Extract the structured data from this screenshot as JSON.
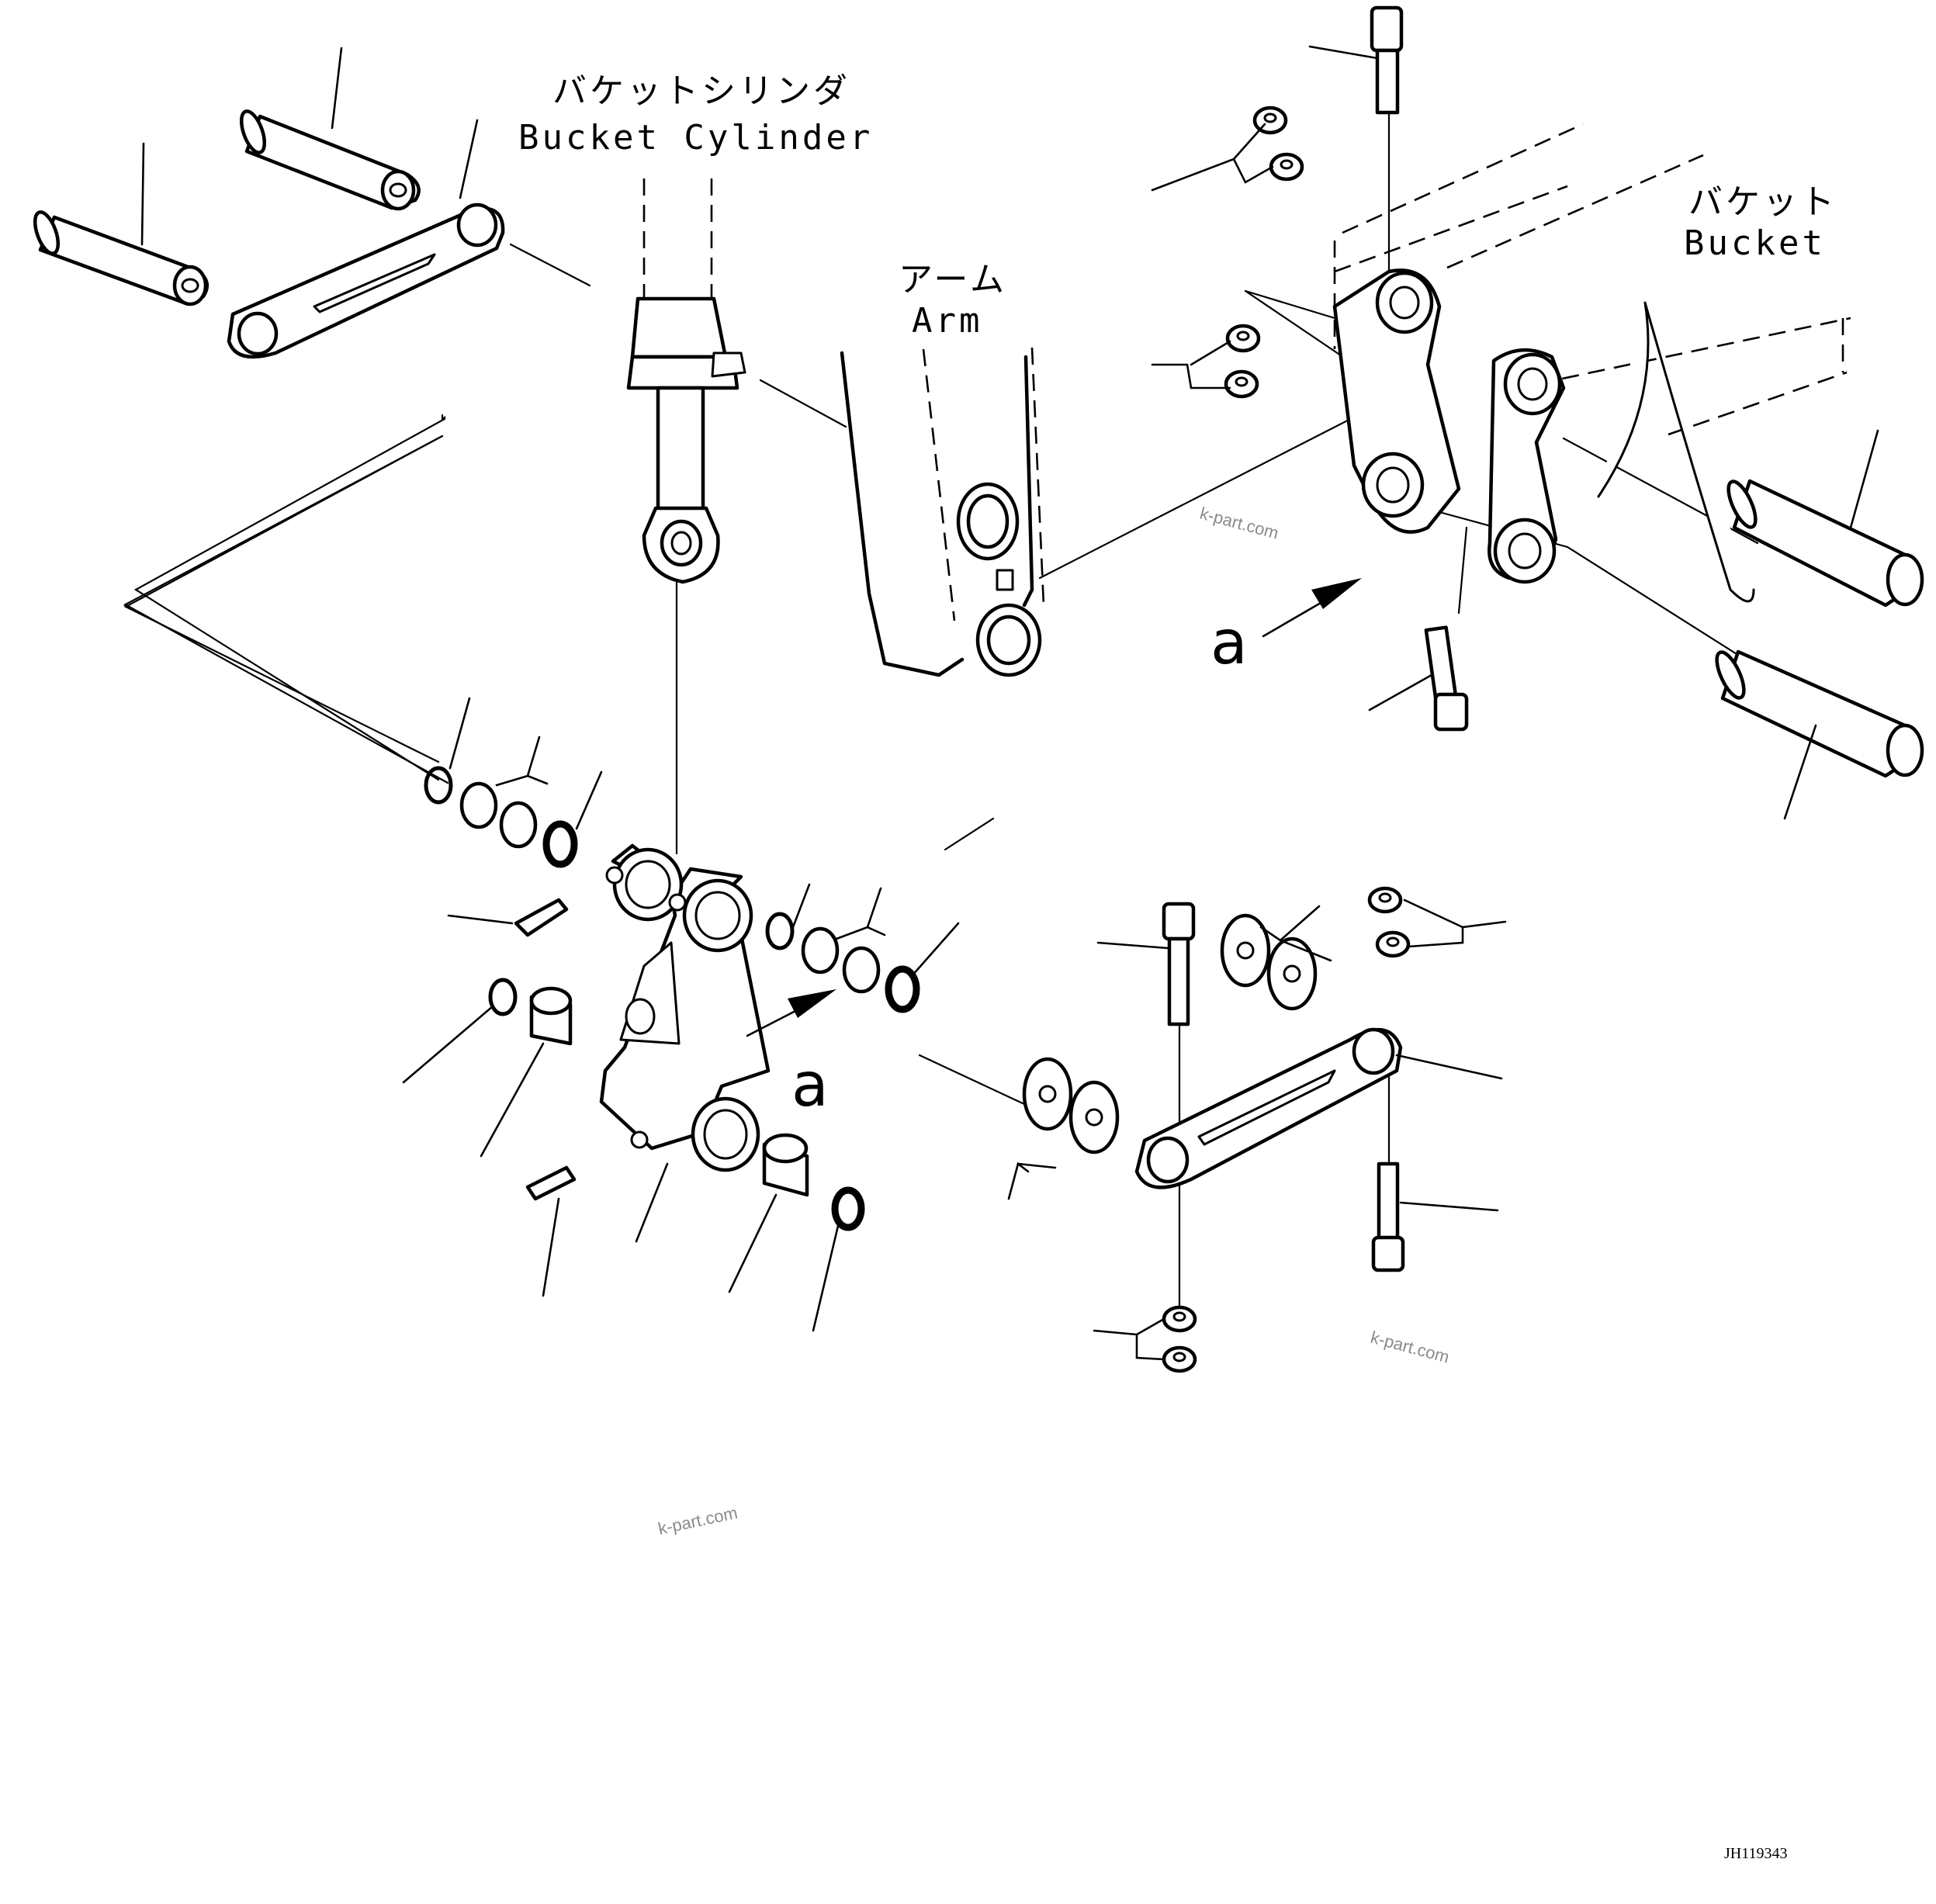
{
  "labels": {
    "bucket_cylinder_jp": "バケットシリンダ",
    "bucket_cylinder_en": "Bucket Cylinder",
    "arm_jp": "アーム",
    "arm_en": "Arm",
    "bucket_jp": "バケット",
    "bucket_en": "Bucket",
    "view_ref_top": "a",
    "view_ref_bottom": "a"
  },
  "watermarks": [
    "k-part.com",
    "k-part.com",
    "k-part.com"
  ],
  "drawing_code": "JH119343"
}
